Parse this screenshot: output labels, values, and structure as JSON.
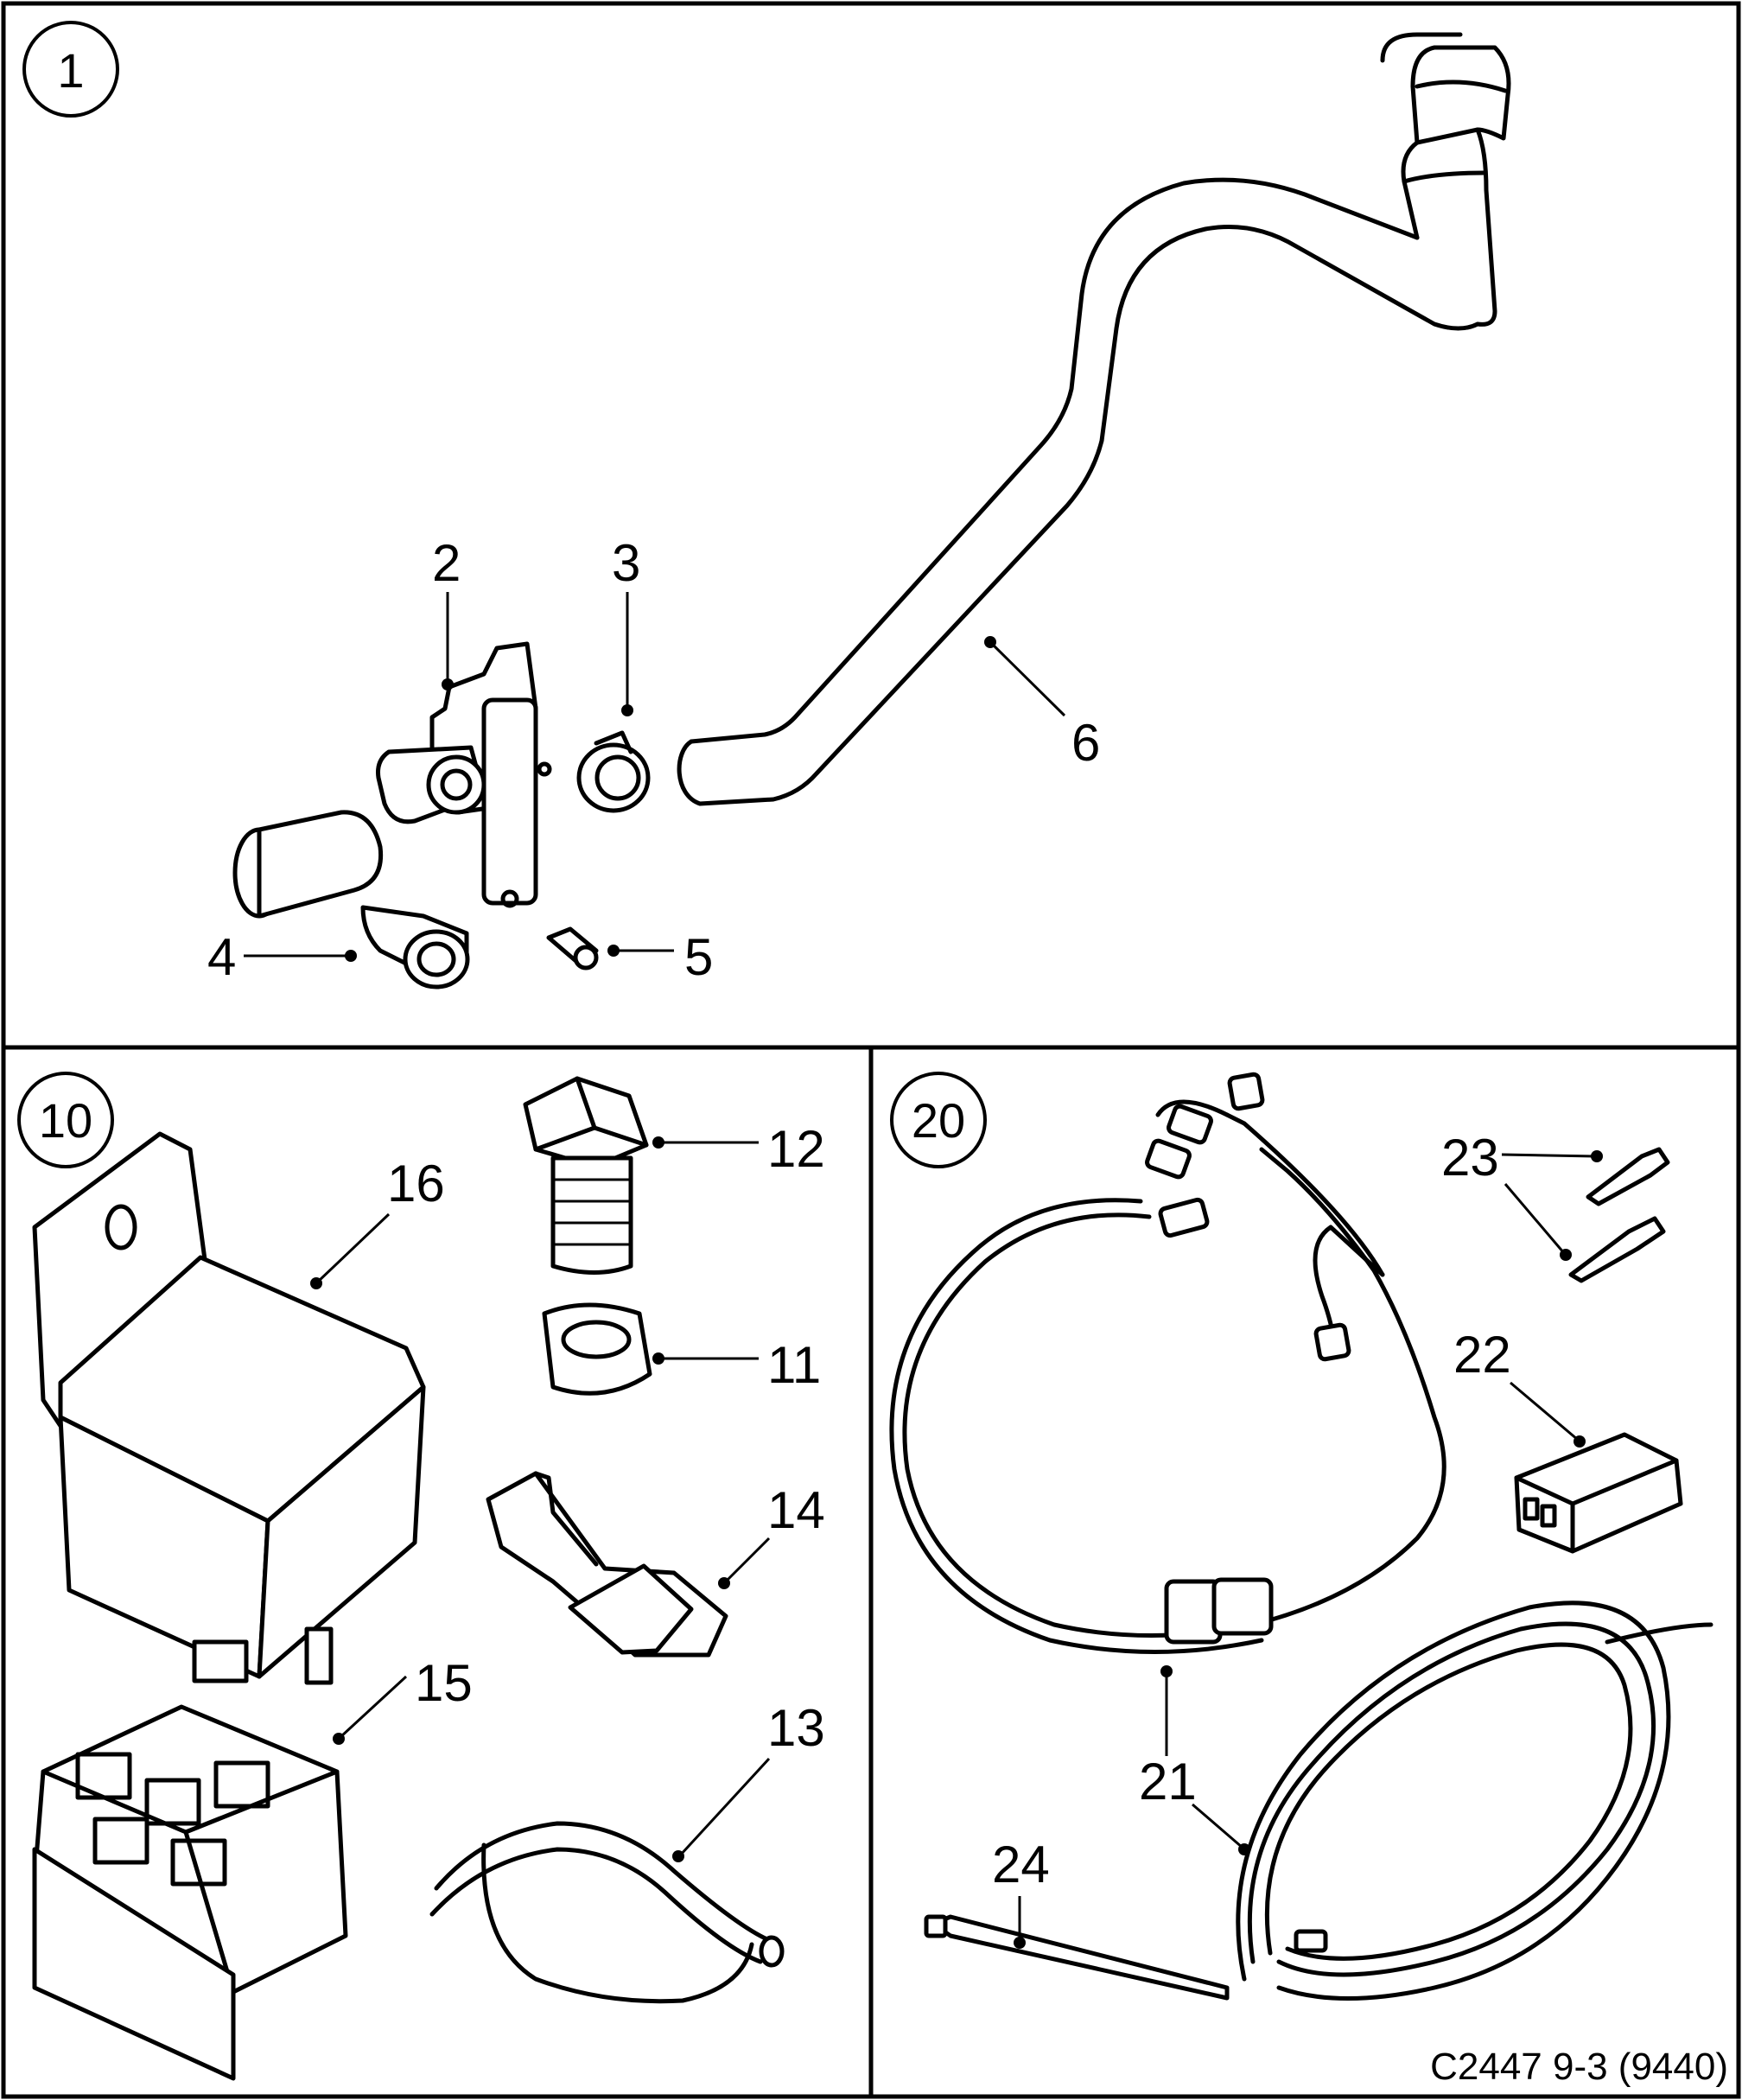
{
  "sections": {
    "top": {
      "label": "1"
    },
    "bottom_left": {
      "label": "10"
    },
    "bottom_right": {
      "label": "20"
    }
  },
  "callouts": {
    "c2": "2",
    "c3": "3",
    "c4": "4",
    "c5": "5",
    "c6": "6",
    "c11": "11",
    "c12": "12",
    "c13": "13",
    "c14": "14",
    "c15": "15",
    "c16": "16",
    "c21": "21",
    "c22": "22",
    "c23": "23",
    "c24": "24"
  },
  "reference": "C2447 9-3 (9440)"
}
